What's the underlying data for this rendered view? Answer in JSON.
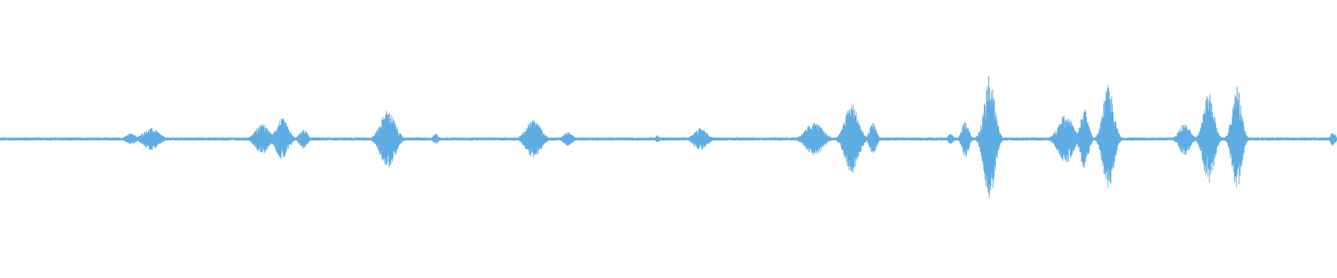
{
  "waveform": {
    "color": "#5dade2",
    "background": "#ffffff",
    "baseline_amplitude": 0.012,
    "bursts": [
      {
        "center": 0.113,
        "width": 0.012,
        "amplitude": 0.08
      },
      {
        "center": 0.098,
        "width": 0.008,
        "amplitude": 0.04
      },
      {
        "center": 0.196,
        "width": 0.01,
        "amplitude": 0.11
      },
      {
        "center": 0.211,
        "width": 0.009,
        "amplitude": 0.15
      },
      {
        "center": 0.227,
        "width": 0.006,
        "amplitude": 0.07
      },
      {
        "center": 0.29,
        "width": 0.011,
        "amplitude": 0.21
      },
      {
        "center": 0.326,
        "width": 0.004,
        "amplitude": 0.04
      },
      {
        "center": 0.399,
        "width": 0.011,
        "amplitude": 0.14
      },
      {
        "center": 0.425,
        "width": 0.007,
        "amplitude": 0.05
      },
      {
        "center": 0.492,
        "width": 0.003,
        "amplitude": 0.03
      },
      {
        "center": 0.524,
        "width": 0.01,
        "amplitude": 0.08
      },
      {
        "center": 0.609,
        "width": 0.013,
        "amplitude": 0.12
      },
      {
        "center": 0.637,
        "width": 0.01,
        "amplitude": 0.26
      },
      {
        "center": 0.653,
        "width": 0.005,
        "amplitude": 0.12
      },
      {
        "center": 0.711,
        "width": 0.004,
        "amplitude": 0.04
      },
      {
        "center": 0.722,
        "width": 0.005,
        "amplitude": 0.14
      },
      {
        "center": 0.74,
        "width": 0.008,
        "amplitude": 0.46
      },
      {
        "center": 0.797,
        "width": 0.011,
        "amplitude": 0.18
      },
      {
        "center": 0.811,
        "width": 0.006,
        "amplitude": 0.22
      },
      {
        "center": 0.829,
        "width": 0.008,
        "amplitude": 0.39
      },
      {
        "center": 0.886,
        "width": 0.008,
        "amplitude": 0.12
      },
      {
        "center": 0.904,
        "width": 0.008,
        "amplitude": 0.33
      },
      {
        "center": 0.925,
        "width": 0.007,
        "amplitude": 0.39
      },
      {
        "center": 0.997,
        "width": 0.004,
        "amplitude": 0.05
      }
    ]
  }
}
